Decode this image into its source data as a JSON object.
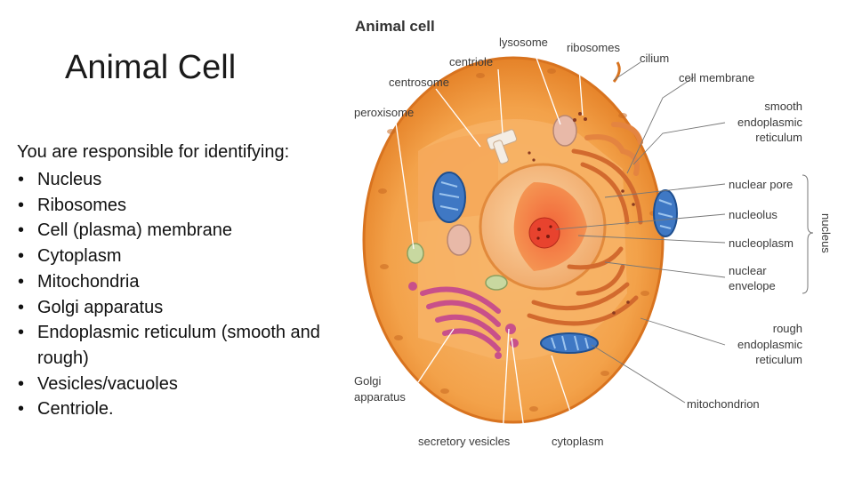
{
  "slide": {
    "title": "Animal Cell",
    "intro": "You are responsible for identifying:",
    "bullets": [
      "Nucleus",
      "Ribosomes",
      "Cell (plasma) membrane",
      "Cytoplasm",
      "Mitochondria",
      "Golgi apparatus",
      "Endoplasmic reticulum (smooth and rough)",
      "Vesicles/vacuoles",
      "Centriole."
    ]
  },
  "diagram": {
    "title": "Animal cell",
    "labels": {
      "lysosome": "lysosome",
      "ribosomes": "ribosomes",
      "centriole": "centriole",
      "cilium": "cilium",
      "centrosome": "centrosome",
      "cell_membrane": "cell membrane",
      "peroxisome": "peroxisome",
      "smooth_er_1": "smooth",
      "smooth_er_2": "endoplasmic",
      "smooth_er_3": "reticulum",
      "nuclear_pore": "nuclear pore",
      "nucleolus": "nucleolus",
      "nucleoplasm": "nucleoplasm",
      "nuclear_envelope_1": "nuclear",
      "nuclear_envelope_2": "envelope",
      "nucleus": "nucleus",
      "rough_er_1": "rough",
      "rough_er_2": "endoplasmic",
      "rough_er_3": "reticulum",
      "golgi_1": "Golgi",
      "golgi_2": "apparatus",
      "mitochondrion": "mitochondrion",
      "secretory_vesicles": "secretory vesicles",
      "cytoplasm": "cytoplasm"
    },
    "colors": {
      "cytoplasm": "#f3a24a",
      "membrane": "#e07a24",
      "nucleus": "#f6c08a",
      "nucleolus": "#e8432e",
      "mitochondria": "#3f78c4",
      "golgi": "#c8508a",
      "rough_er": "#d26a2e"
    }
  }
}
